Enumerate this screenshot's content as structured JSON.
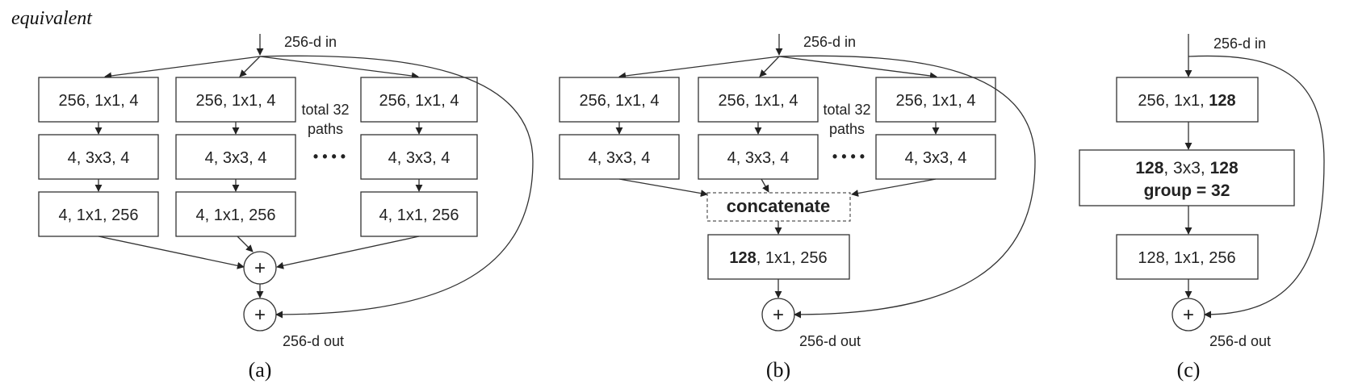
{
  "caption_top": "equivalent",
  "panel_a": {
    "label": "(a)",
    "input": "256-d in",
    "output": "256-d out",
    "paths_note": [
      "total 32",
      "paths"
    ],
    "dots": "• • • •",
    "plus": "+",
    "columns": [
      [
        "256, 1x1, 4",
        "4, 3x3, 4",
        "4, 1x1, 256"
      ],
      [
        "256, 1x1, 4",
        "4, 3x3, 4",
        "4, 1x1, 256"
      ],
      [
        "256, 1x1, 4",
        "4, 3x3, 4",
        "4, 1x1, 256"
      ]
    ]
  },
  "panel_b": {
    "label": "(b)",
    "input": "256-d in",
    "output": "256-d out",
    "paths_note": [
      "total 32",
      "paths"
    ],
    "dots": "• • • •",
    "plus": "+",
    "columns": [
      [
        "256, 1x1, 4",
        "4, 3x3, 4"
      ],
      [
        "256, 1x1, 4",
        "4, 3x3, 4"
      ],
      [
        "256, 1x1, 4",
        "4, 3x3, 4"
      ]
    ],
    "concat": "concatenate",
    "final_bold": "128",
    "final_rest": ", 1x1, 256"
  },
  "panel_c": {
    "label": "(c)",
    "input": "256-d in",
    "output": "256-d out",
    "plus": "+",
    "box1_rest": "256, 1x1, ",
    "box1_bold": "128",
    "box2_bold_a": "128",
    "box2_mid": ", 3x3, ",
    "box2_bold_b": "128",
    "box2_line2": "group = 32",
    "box3": "128, 1x1, 256"
  }
}
